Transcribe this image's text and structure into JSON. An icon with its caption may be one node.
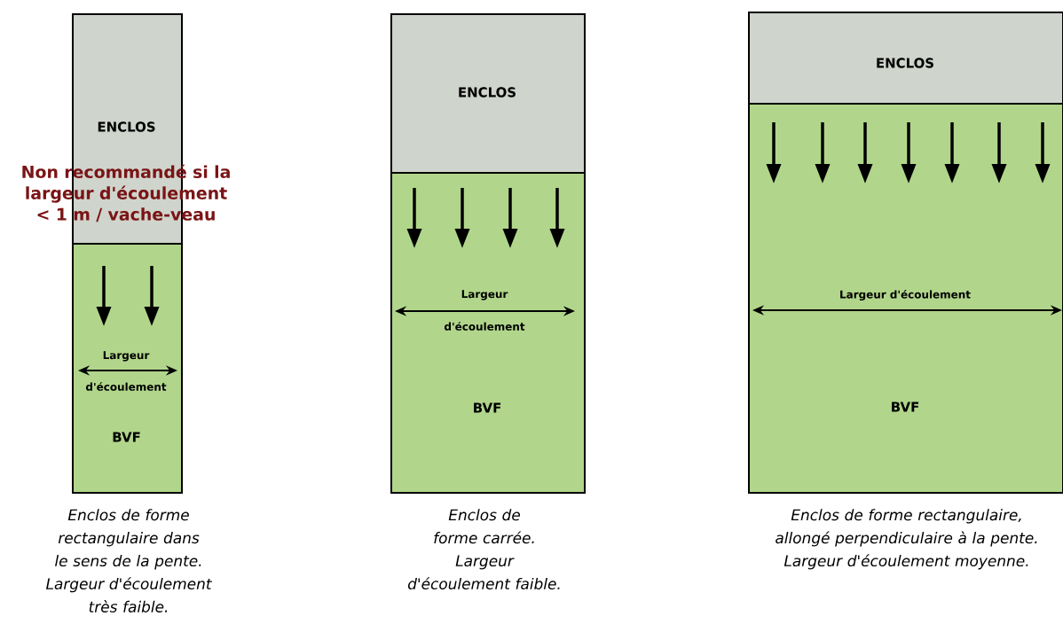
{
  "diagram": {
    "nodes": [
      {
        "text": [
          "ENCLOS"
        ]
      },
      {
        "text": [
          "BVF"
        ]
      },
      {
        "text": [
          "ENCLOS"
        ]
      },
      {
        "text": [
          "BVF"
        ]
      },
      {
        "text": [
          "ENCLOS"
        ]
      },
      {
        "text": [
          "BVF"
        ]
      }
    ],
    "labels": [
      "Non recommandé si la largeur d'écoulement < 1 m / vache-veau",
      "Largeur",
      "d'écoulement",
      "Largeur",
      "d'écoulement",
      "Largeur d'écoulement",
      "Enclos de forme rectangulaire dans le sens de la pente.",
      "Largeur d'écoulement très faible.",
      "Enclos de forme carrée.",
      "Largeur d'écoulement faible.",
      "Enclos de forme rectangulaire, allongé perpendiculaire à la pente.",
      "Largeur d'écoulement moyenne."
    ]
  }
}
